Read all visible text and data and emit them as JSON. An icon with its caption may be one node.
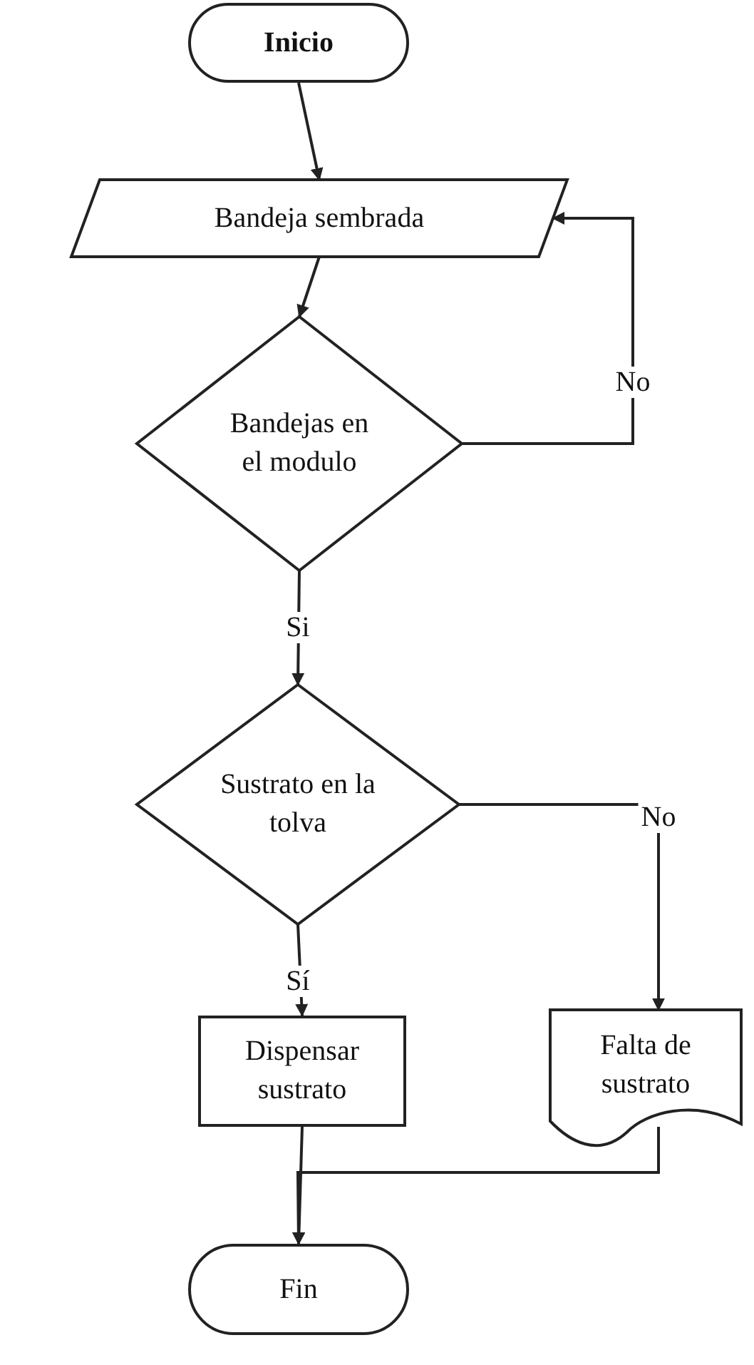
{
  "diagram": {
    "nodes": [
      {
        "text": [
          "Inicio"
        ]
      },
      {
        "text": [
          "Bandeja sembrada"
        ]
      },
      {
        "text": [
          "Bandejas en el modulo"
        ]
      },
      {
        "text": [
          "Sustrato en la tolva"
        ]
      },
      {
        "text": [
          "Dispensar sustrato"
        ]
      },
      {
        "text": [
          "Falta de sustrato"
        ]
      },
      {
        "text": [
          "Fin"
        ]
      }
    ],
    "edges": [
      {
        "from": 0,
        "to": 1,
        "arrow": "to"
      },
      {
        "from": 1,
        "to": 2,
        "arrow": "to"
      },
      {
        "from": 2,
        "to": 1,
        "arrow": "to",
        "label": "No"
      },
      {
        "from": 2,
        "to": 3,
        "arrow": "to",
        "label": "Si"
      },
      {
        "from": 3,
        "to": 5,
        "arrow": "to",
        "label": "No"
      },
      {
        "from": 3,
        "to": 4,
        "arrow": "to",
        "label": "Sí"
      },
      {
        "from": 4,
        "to": 6,
        "arrow": "to"
      },
      {
        "from": 5,
        "to": 6,
        "arrow": "to"
      }
    ]
  }
}
